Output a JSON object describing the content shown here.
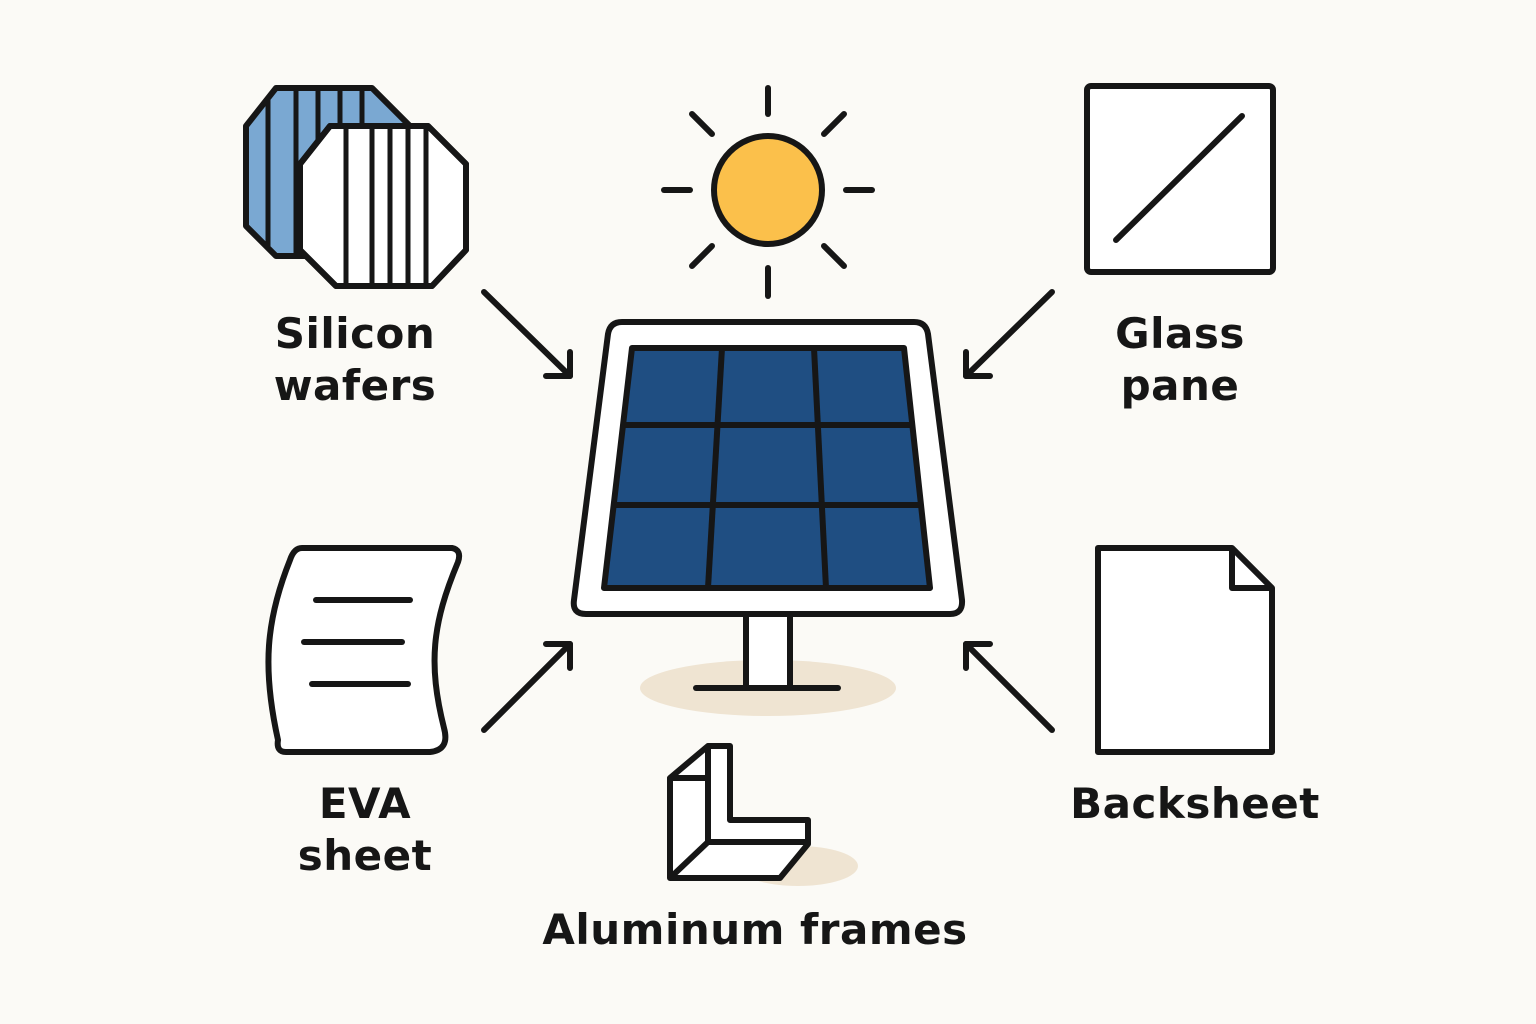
{
  "labels": {
    "silicon_line1": "Silicon",
    "silicon_line2": "wafers",
    "glass_line1": "Glass",
    "glass_line2": "pane",
    "eva_line1": "EVA",
    "eva_line2": "sheet",
    "backsheet": "Backsheet",
    "aluminum": "Aluminum frames"
  },
  "colors": {
    "background": "#fbfaf6",
    "stroke": "#161616",
    "panel_cell": "#1f4e82",
    "wafer_blue": "#7aa8d2",
    "sun": "#fbc04b",
    "shadow": "#efe4d2"
  },
  "icons": [
    "silicon-wafer-icon",
    "sun-icon",
    "glass-pane-icon",
    "solar-panel-icon",
    "eva-sheet-icon",
    "backsheet-icon",
    "aluminum-frame-icon",
    "arrow-icon"
  ]
}
